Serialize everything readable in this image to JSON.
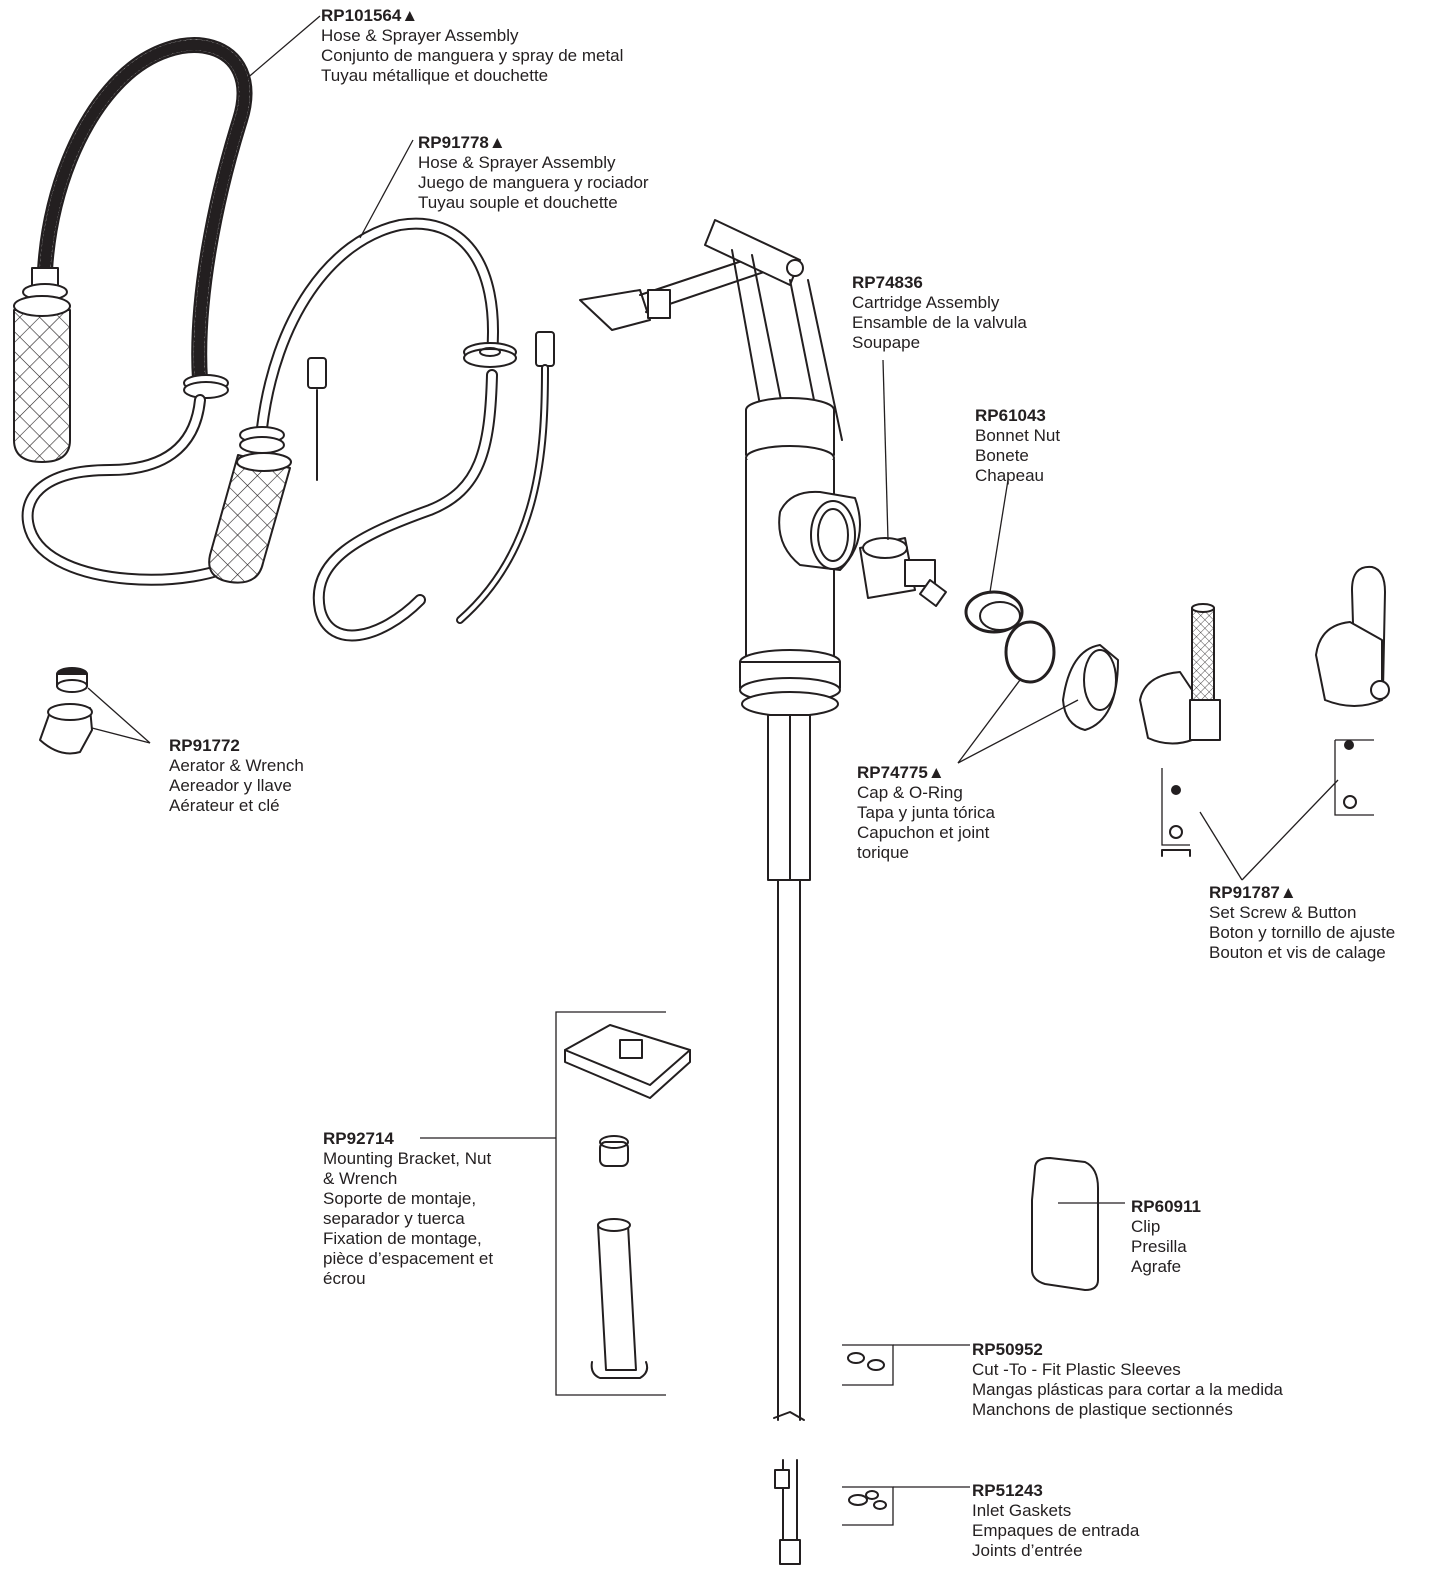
{
  "parts": [
    {
      "id": "rp101564",
      "part_number": "RP101564▲",
      "lines": [
        "Hose & Sprayer Assembly",
        "Conjunto de manguera y spray de metal",
        "Tuyau métallique et douchette"
      ]
    },
    {
      "id": "rp91778",
      "part_number": "RP91778▲",
      "lines": [
        "Hose & Sprayer Assembly",
        "Juego de manguera y rociador",
        "Tuyau souple et douchette"
      ]
    },
    {
      "id": "rp74836",
      "part_number": "RP74836",
      "lines": [
        "Cartridge Assembly",
        "Ensamble de la valvula",
        "Soupape"
      ]
    },
    {
      "id": "rp61043",
      "part_number": "RP61043",
      "lines": [
        "Bonnet Nut",
        "Bonete",
        "Chapeau"
      ]
    },
    {
      "id": "rp91772",
      "part_number": "RP91772",
      "lines": [
        "Aerator & Wrench",
        "Aereador y llave",
        "Aérateur et clé"
      ]
    },
    {
      "id": "rp74775",
      "part_number": "RP74775▲",
      "lines": [
        "Cap & O-Ring",
        "Tapa y junta tórica",
        "Capuchon et joint",
        "torique"
      ]
    },
    {
      "id": "rp91787",
      "part_number": "RP91787▲",
      "lines": [
        "Set Screw & Button",
        "Boton y tornillo de ajuste",
        "Bouton et vis de calage"
      ]
    },
    {
      "id": "rp92714",
      "part_number": "RP92714",
      "lines": [
        "Mounting Bracket, Nut",
        "& Wrench",
        "Soporte de montaje,",
        "separador y tuerca",
        "Fixation de montage,",
        "pièce d’espacement et",
        "écrou"
      ]
    },
    {
      "id": "rp60911",
      "part_number": "RP60911",
      "lines": [
        "Clip",
        "Presilla",
        "Agrafe"
      ]
    },
    {
      "id": "rp50952",
      "part_number": "RP50952",
      "lines": [
        "Cut -To - Fit Plastic Sleeves",
        "Mangas plásticas para cortar a la medida",
        "Manchons de plastique sectionnés"
      ]
    },
    {
      "id": "rp51243",
      "part_number": "RP51243",
      "lines": [
        "Inlet Gaskets",
        "Empaques de entrada",
        "Joints d’entrée"
      ]
    }
  ]
}
